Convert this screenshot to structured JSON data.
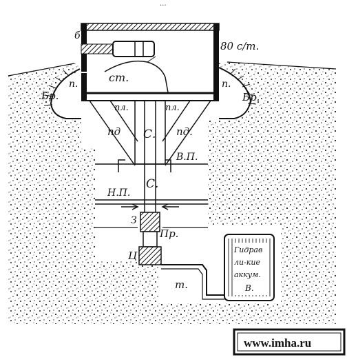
{
  "top_label": "...",
  "labels": {
    "b": "б",
    "gun": "80 с/т.",
    "p_left": "п.",
    "p_right": "п.",
    "br_left": "Бр.",
    "br_right": "Бр.",
    "st": "ст.",
    "pl_left": "пл.",
    "pl_right": "пл.",
    "pd_left": "пд",
    "pd_right": "пд.",
    "c_upper": "С.",
    "c_lower": "С.",
    "vp": "В.П.",
    "np": "Н.П.",
    "z": "З",
    "pr": "Пр.",
    "ts": "Ц",
    "t": "т.",
    "acc1": "Гидрав",
    "acc2": "ли-кие",
    "acc3": "аккум.",
    "acc4": "В."
  },
  "watermark": "www.imha.ru",
  "colors": {
    "ink": "#111111",
    "paper": "#ffffff"
  }
}
